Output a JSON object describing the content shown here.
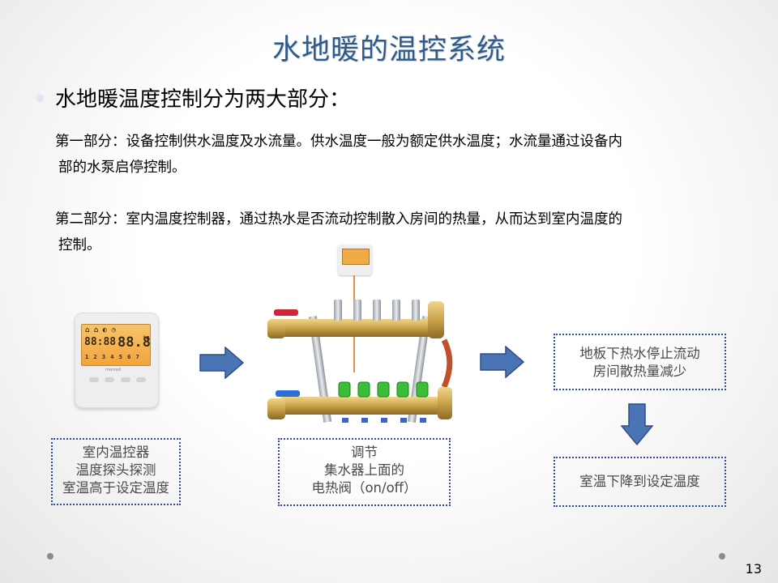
{
  "slide": {
    "title": "水地暖的温控系统",
    "bullet": "水地暖温度控制分为两大部分：",
    "part1_line1": "第一部分：设备控制供水温度及水流量。供水温度一般为额定供水温度；水流量通过设备内",
    "part1_line2": "部的水泵启停控制。",
    "part2_line1": "第二部分：室内温度控制器，通过热水是否流动控制散入房间的热量，从而达到室内温度的",
    "part2_line2": "控制。",
    "page_number": "13"
  },
  "thermostat": {
    "display_left": "88:88",
    "display_right": "88.8",
    "unit": "°C",
    "days": "1 2 3 4 5 6 7",
    "brand": "menred"
  },
  "boxes": {
    "left_line1": "室内温控器",
    "left_line2": "温度探头探测",
    "left_line3": "室温高于设定温度",
    "mid_line1": "调节",
    "mid_line2": "集水器上面的",
    "mid_line3": "电热阀（on/off）",
    "right_top_line1": "地板下热水停止流动",
    "right_top_line2": "房间散热量减少",
    "right_bottom": "室温下降到设定温度"
  },
  "colors": {
    "title": "#2e5b8a",
    "arrow_fill": "#4b74b5",
    "arrow_stroke": "#2f4f86",
    "box_border": "#2e4aa0",
    "box_text": "#4a4a4a",
    "brass": "#c9a24a",
    "valve_green": "#3bbf3b"
  },
  "icons": {
    "bullet": "bullet-dot-icon",
    "arrow": "block-arrow-icon",
    "corner": "corner-dot-icon"
  }
}
